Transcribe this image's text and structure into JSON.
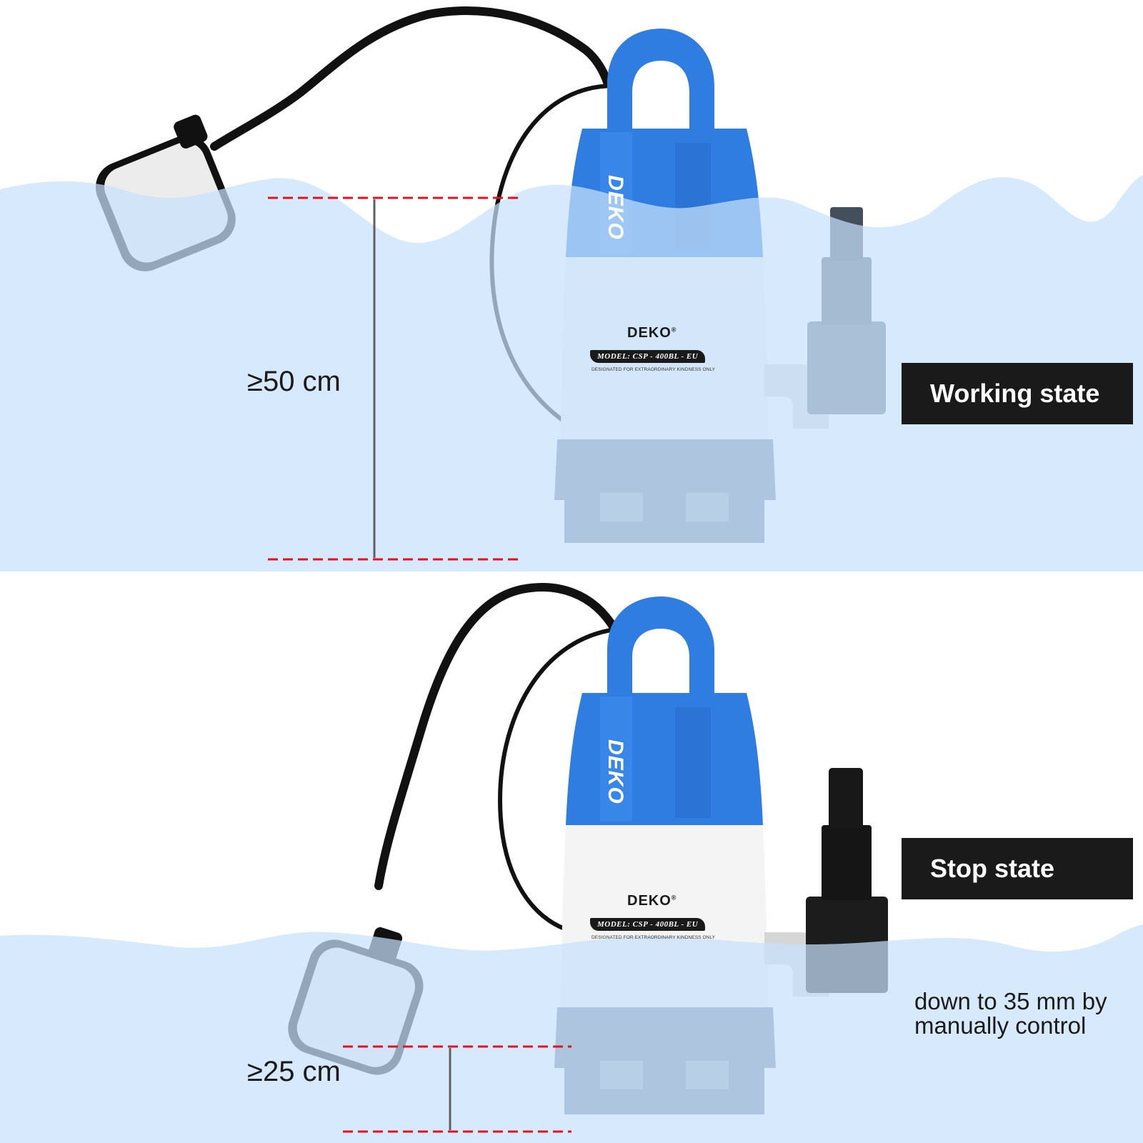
{
  "colors": {
    "water": "#c8e0fb",
    "water_over_pump": "rgba(170,205,245,0.55)",
    "pump_blue": "#2f7de0",
    "pump_white": "#f2f2f2",
    "pump_base_gray": "#6c7f96",
    "label_bg": "#1a1a1a",
    "dash_red": "#e0141e",
    "dimension_line": "#606060"
  },
  "product": {
    "brand": "DEKO",
    "brand_mark": "®",
    "side_logo": "DEKO",
    "model": "MODEL: CSP - 400BL - EU",
    "tagline": "DESIGNATED FOR EXTRAORDINARY KINDNESS ONLY"
  },
  "panels": [
    {
      "id": "working",
      "state_label": "Working state",
      "dimension": "≥50 cm",
      "float_position": "raised"
    },
    {
      "id": "stop",
      "state_label": "Stop state",
      "dimension": "≥25 cm",
      "float_position": "lowered",
      "note_line1": "down to 35 mm by",
      "note_line2": "manually control"
    }
  ]
}
